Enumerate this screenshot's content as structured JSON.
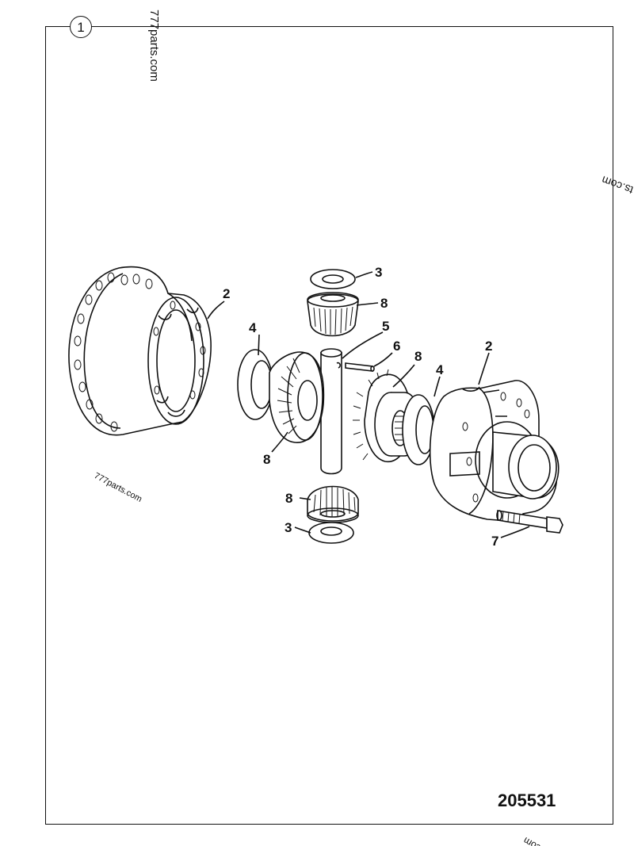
{
  "sheet_number": "1",
  "reference_number": "205531",
  "watermarks": {
    "top": "777parts.com",
    "right": "ts.com",
    "middle": "777parts.com",
    "bottom": "com"
  },
  "callouts": {
    "housing_left": "2",
    "housing_right": "2",
    "washer_top": "3",
    "washer_bottom": "3",
    "thrust_washer_left": "4",
    "thrust_washer_right": "4",
    "cross_shaft": "5",
    "roll_pin": "6",
    "bolt": "7",
    "pinion_top": "8",
    "side_gear_left": "8",
    "side_gear_right": "8",
    "pinion_bottom": "8"
  }
}
